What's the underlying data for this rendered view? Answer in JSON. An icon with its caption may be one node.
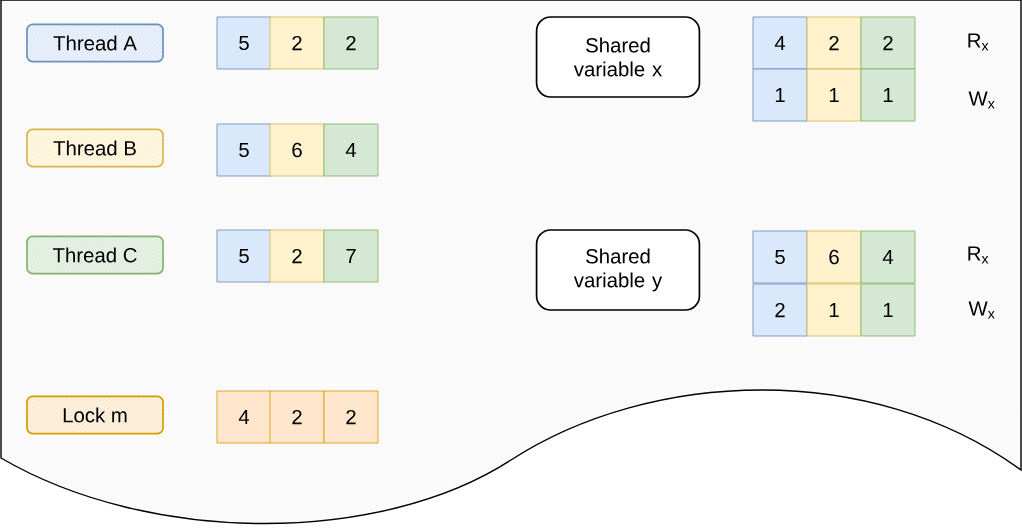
{
  "diagram": {
    "nodes": [
      {
        "text": [
          "Thread A"
        ]
      },
      {
        "text": [
          "5"
        ]
      },
      {
        "text": [
          "2"
        ]
      },
      {
        "text": [
          "2"
        ]
      },
      {
        "text": [
          "Shared variable x"
        ]
      },
      {
        "text": [
          "4"
        ]
      },
      {
        "text": [
          "2"
        ]
      },
      {
        "text": [
          "2"
        ]
      },
      {
        "text": [
          "1"
        ]
      },
      {
        "text": [
          "1"
        ]
      },
      {
        "text": [
          "1"
        ]
      },
      {
        "text": [
          "Thread B"
        ]
      },
      {
        "text": [
          "5"
        ]
      },
      {
        "text": [
          "6"
        ]
      },
      {
        "text": [
          "4"
        ]
      },
      {
        "text": [
          "Shared variable y"
        ]
      },
      {
        "text": [
          "5"
        ]
      },
      {
        "text": [
          "6"
        ]
      },
      {
        "text": [
          "4"
        ]
      },
      {
        "text": [
          "Thread C"
        ]
      },
      {
        "text": [
          "5"
        ]
      },
      {
        "text": [
          "2"
        ]
      },
      {
        "text": [
          "7"
        ]
      },
      {
        "text": [
          "2"
        ]
      },
      {
        "text": [
          "1"
        ]
      },
      {
        "text": [
          "1"
        ]
      },
      {
        "text": [
          "Lock m"
        ]
      },
      {
        "text": [
          "4"
        ]
      },
      {
        "text": [
          "2"
        ]
      },
      {
        "text": [
          "2"
        ]
      }
    ],
    "labels": [
      "R$_{x}$",
      "W$_{x}$",
      "R$_{x}$",
      "W$_{x}$"
    ]
  }
}
